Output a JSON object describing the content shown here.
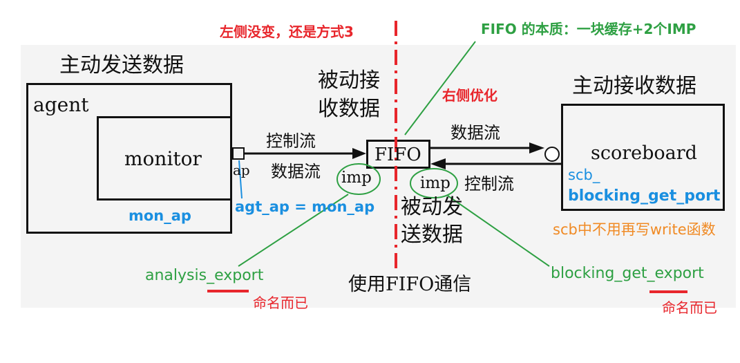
{
  "left": {
    "active_send_title": "主动发送数据",
    "agent_label": "agent",
    "monitor_label": "monitor",
    "ap_label": "ap",
    "mon_ap": "mon_ap",
    "agt_ap": "agt_ap = mon_ap"
  },
  "middle": {
    "passive_recv": [
      "被动接",
      "收数据"
    ],
    "control_flow": "控制流",
    "data_flow": "数据流",
    "imp_left": "imp",
    "fifo_label": "FIFO",
    "imp_right": "imp",
    "passive_send": [
      "被动发",
      "送数据"
    ],
    "use_fifo": "使用FIFO通信"
  },
  "right": {
    "active_recv_title": "主动接收数据",
    "scoreboard_label": "scoreboard",
    "data_flow": "数据流",
    "control_flow": "控制流",
    "scb_prefix": "scb_",
    "scb_port": "blocking_get_port"
  },
  "annotations": {
    "left_note": "左侧没变，还是方式3",
    "fifo_note": "FIFO 的本质：一块缓存+2个IMP",
    "right_note": "右侧优化",
    "scb_note": "scb中不用再写write函数",
    "analysis_export": "analysis_export",
    "blocking_get_export": "blocking_get_export",
    "naming_left": "命名而已",
    "naming_right": "命名而已"
  },
  "colors": {
    "red": "#e8262c",
    "green": "#2ea043",
    "blue": "#1a8fe0",
    "orange": "#f08a24",
    "ink": "#111111"
  }
}
